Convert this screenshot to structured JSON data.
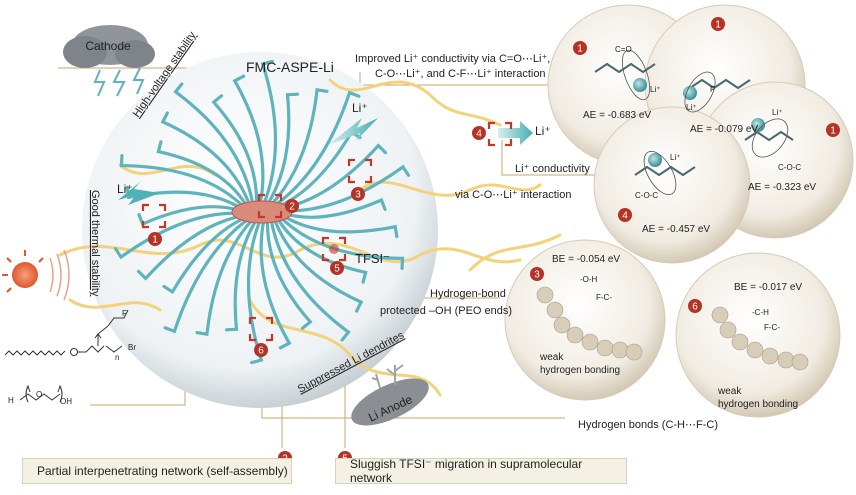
{
  "title": "FMC-ASPE-Li",
  "cathode": "Cathode",
  "anode": "Li Anode",
  "labels": {
    "high_voltage": "High-voltage stability",
    "thermal": "Good thermal stability",
    "dendrites": "Suppressed Li dendrites",
    "li_plus": "Li⁺",
    "tfsi": "TFSI⁻",
    "peo_end": "protected –OH (PEO ends)",
    "hbond": "Hydrogen-bond",
    "hbonds_chf": "Hydrogen bonds (C-H⋯F-C)",
    "conductivity_top_1": "Improved Li⁺ conductivity via C=O⋯Li⁺,",
    "conductivity_top_2": "C-O⋯Li⁺, and C-F⋯Li⁺ interaction",
    "conductivity_mid_1": "Li⁺ conductivity",
    "conductivity_mid_2": "via C-O⋯Li⁺ interaction",
    "br": "Br",
    "n": "n",
    "peo_formula_h": "H",
    "peo_formula_o": "O",
    "peo_formula_oh": "OH",
    "fluoro": "F"
  },
  "markers": [
    "1",
    "2",
    "3",
    "4",
    "5",
    "6"
  ],
  "bottom_boxes": [
    {
      "num": "2",
      "text": "Partial interpenetrating network (self-assembly)"
    },
    {
      "num": "5",
      "text": "Sluggish TFSI⁻ migration in supramolecular network"
    }
  ],
  "ae_circles": [
    {
      "num": "1",
      "ae": "AE = -0.683 eV",
      "tags": [
        "C=O",
        "Li⁺"
      ]
    },
    {
      "num": "1",
      "ae": "AE = -0.079 eV",
      "tags": [
        "Li⁺",
        "F"
      ]
    },
    {
      "num": "1",
      "ae": "AE = -0.323 eV",
      "tags": [
        "Li⁺",
        "C-O-C"
      ]
    },
    {
      "num": "4",
      "ae": "AE = -0.457 eV",
      "tags": [
        "Li⁺",
        "C-O-C"
      ]
    }
  ],
  "be_circles": [
    {
      "num": "3",
      "be": "BE = -0.054 eV",
      "tags": [
        "-O-H",
        "F-C-"
      ],
      "note_1": "weak",
      "note_2": "hydrogen bonding"
    },
    {
      "num": "6",
      "be": "BE = -0.017 eV",
      "tags": [
        "-C-H",
        "F-C-"
      ],
      "note_1": "weak",
      "note_2": "hydrogen bonding"
    }
  ],
  "colors": {
    "teal": "#5fb3bd",
    "yellow": "#f2d27a",
    "red": "#c0392b",
    "gold": "#c8a25a",
    "marker": "#b43226"
  }
}
